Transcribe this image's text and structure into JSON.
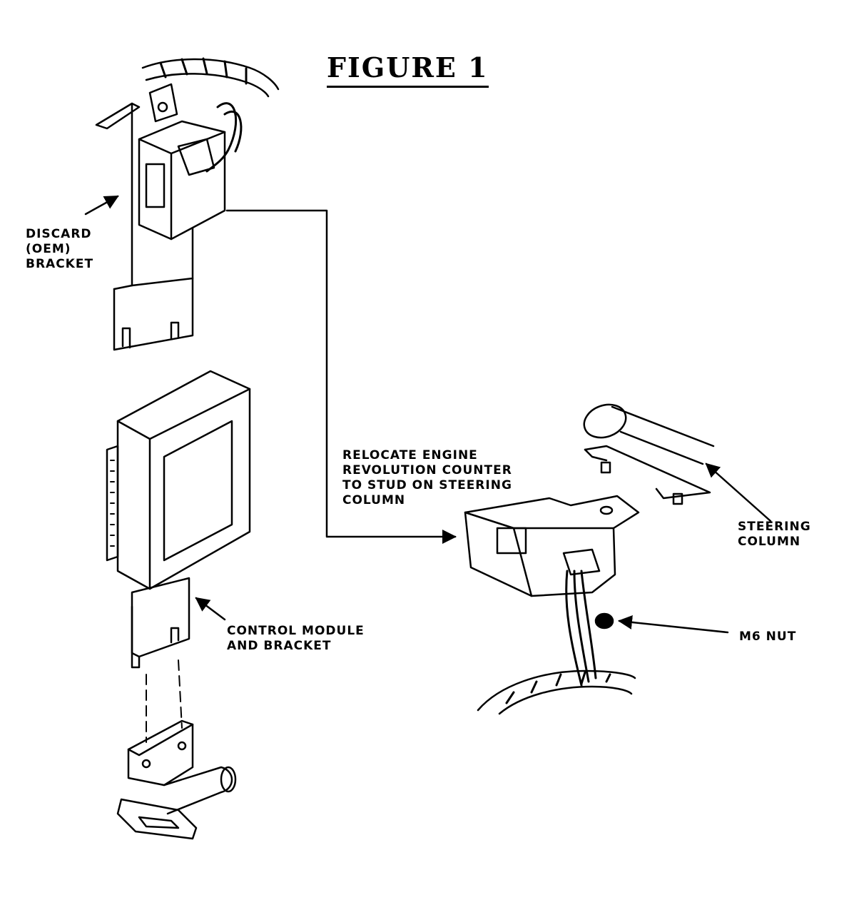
{
  "figure": {
    "title": "FIGURE 1"
  },
  "labels": {
    "discard": [
      "DISCARD",
      "(OEM)",
      "BRACKET"
    ],
    "relocate": [
      "RELOCATE ENGINE",
      "REVOLUTION COUNTER",
      "TO STUD ON STEERING",
      "COLUMN"
    ],
    "steering": [
      "STEERING",
      "COLUMN"
    ],
    "control": [
      "CONTROL MODULE",
      "AND  BRACKET"
    ],
    "nut": "M6 NUT"
  },
  "colors": {
    "ink": "#000000",
    "paper": "#ffffff"
  }
}
